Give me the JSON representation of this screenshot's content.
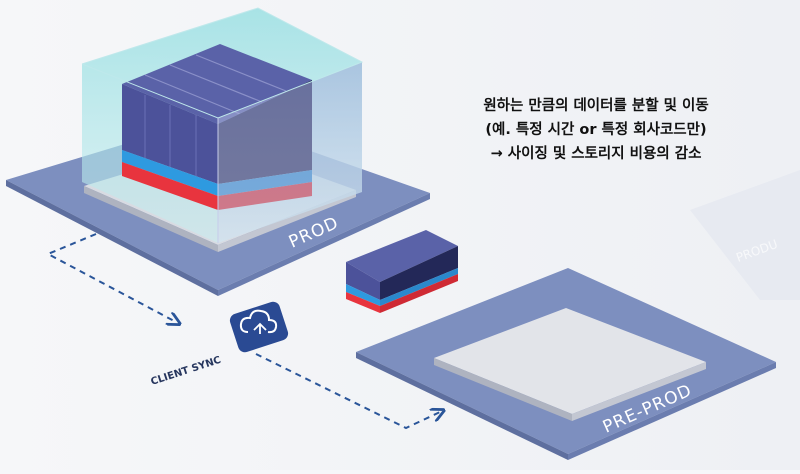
{
  "caption": {
    "line1": "원하는 만큼의 데이터를 분할 및 이동",
    "line2": "(예. 특정 시간 or 특정 회사코드만)",
    "line3": "→ 사이징 및 스토리지 비용의 감소"
  },
  "environments": {
    "prod": "PROD",
    "preprod": "PRE-PROD",
    "partial_label": "PRODU"
  },
  "client_sync": {
    "label": "CLIENT SYNC",
    "icon": "cloud-sync-icon"
  },
  "colors": {
    "platform": "#7d8fbf",
    "platform_edge": "#5e6f9f",
    "cube_navy": "#232858",
    "cube_side": "#4c529a",
    "stripe_blue": "#2e9ae0",
    "stripe_red": "#e8343e",
    "glass": "#7fd3d9",
    "arrow": "#2a5599"
  }
}
